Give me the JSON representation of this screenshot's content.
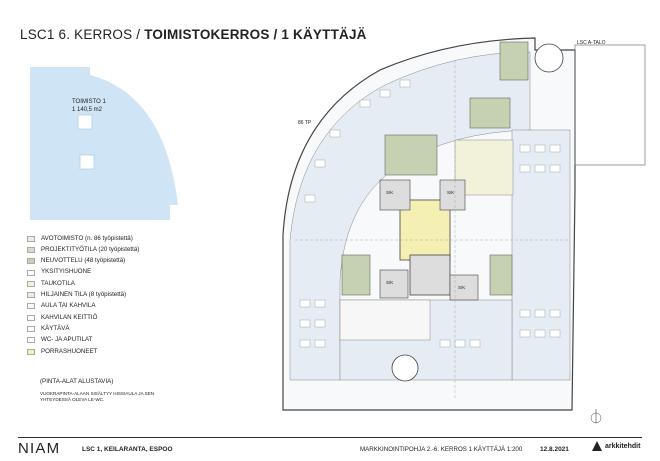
{
  "header": {
    "title_light": "LSC1 6. KERROS / ",
    "title_bold": "TOIMISTOKERROS / 1 KÄYTTÄJÄ"
  },
  "minimap": {
    "name": "TOIMISTO 1",
    "area": "1 140,5 m2"
  },
  "plan_labels": {
    "a_talo": "LSC A-TALO",
    "tp": "86 TP",
    "s1": "S/K",
    "s2": "S/K",
    "s3": "S/K",
    "s4": "S/K"
  },
  "legend": [
    {
      "label": "AVOTOIMISTO (n. 86  työpistettä)",
      "color": "#e5ecf4"
    },
    {
      "label": "PROJEKTITYÖTILA (20  työpistettä)",
      "color": "#d9d9c4"
    },
    {
      "label": "NEUVOTTELU (48  työpistettä)",
      "color": "#c6d1b1"
    },
    {
      "label": "YKSITYISHUONE",
      "color": "#ffffff"
    },
    {
      "label": "TAUKOTILA",
      "color": "#f2f2da"
    },
    {
      "label": "HILJAINEN TILA  (8  työpistettä)",
      "color": "#eeeadd"
    },
    {
      "label": "AULA TAI KAHVILA",
      "color": "#f7f7f7"
    },
    {
      "label": "KAHVILAN KEITTIÖ",
      "color": "#ffffff"
    },
    {
      "label": "KÄYTÄVÄ",
      "color": "#ffffff"
    },
    {
      "label": "WC- JA APUTILAT",
      "color": "#ffffff"
    },
    {
      "label": "PORRASHUONEET",
      "color": "#f4efb3"
    }
  ],
  "notes": {
    "pinta_alat": "(PINTA-ALAT ALUSTAVIA)",
    "vuokrapinta": "VUOKRAPINTA-ALAAN SISÄLTYY HISSIAULA JA SEN YHTEYDESSÄ OLEVA LE-WC."
  },
  "footer": {
    "brand": "NIAM",
    "address": "LSC 1, KEILARANTA, ESPOO",
    "scale": "MARKKINOINTIPOHJA 2.-6. KERROS 1 KÄYTTÄJÄ 1:200",
    "date": "12.8.2021",
    "logo": "arkkitehdit"
  }
}
